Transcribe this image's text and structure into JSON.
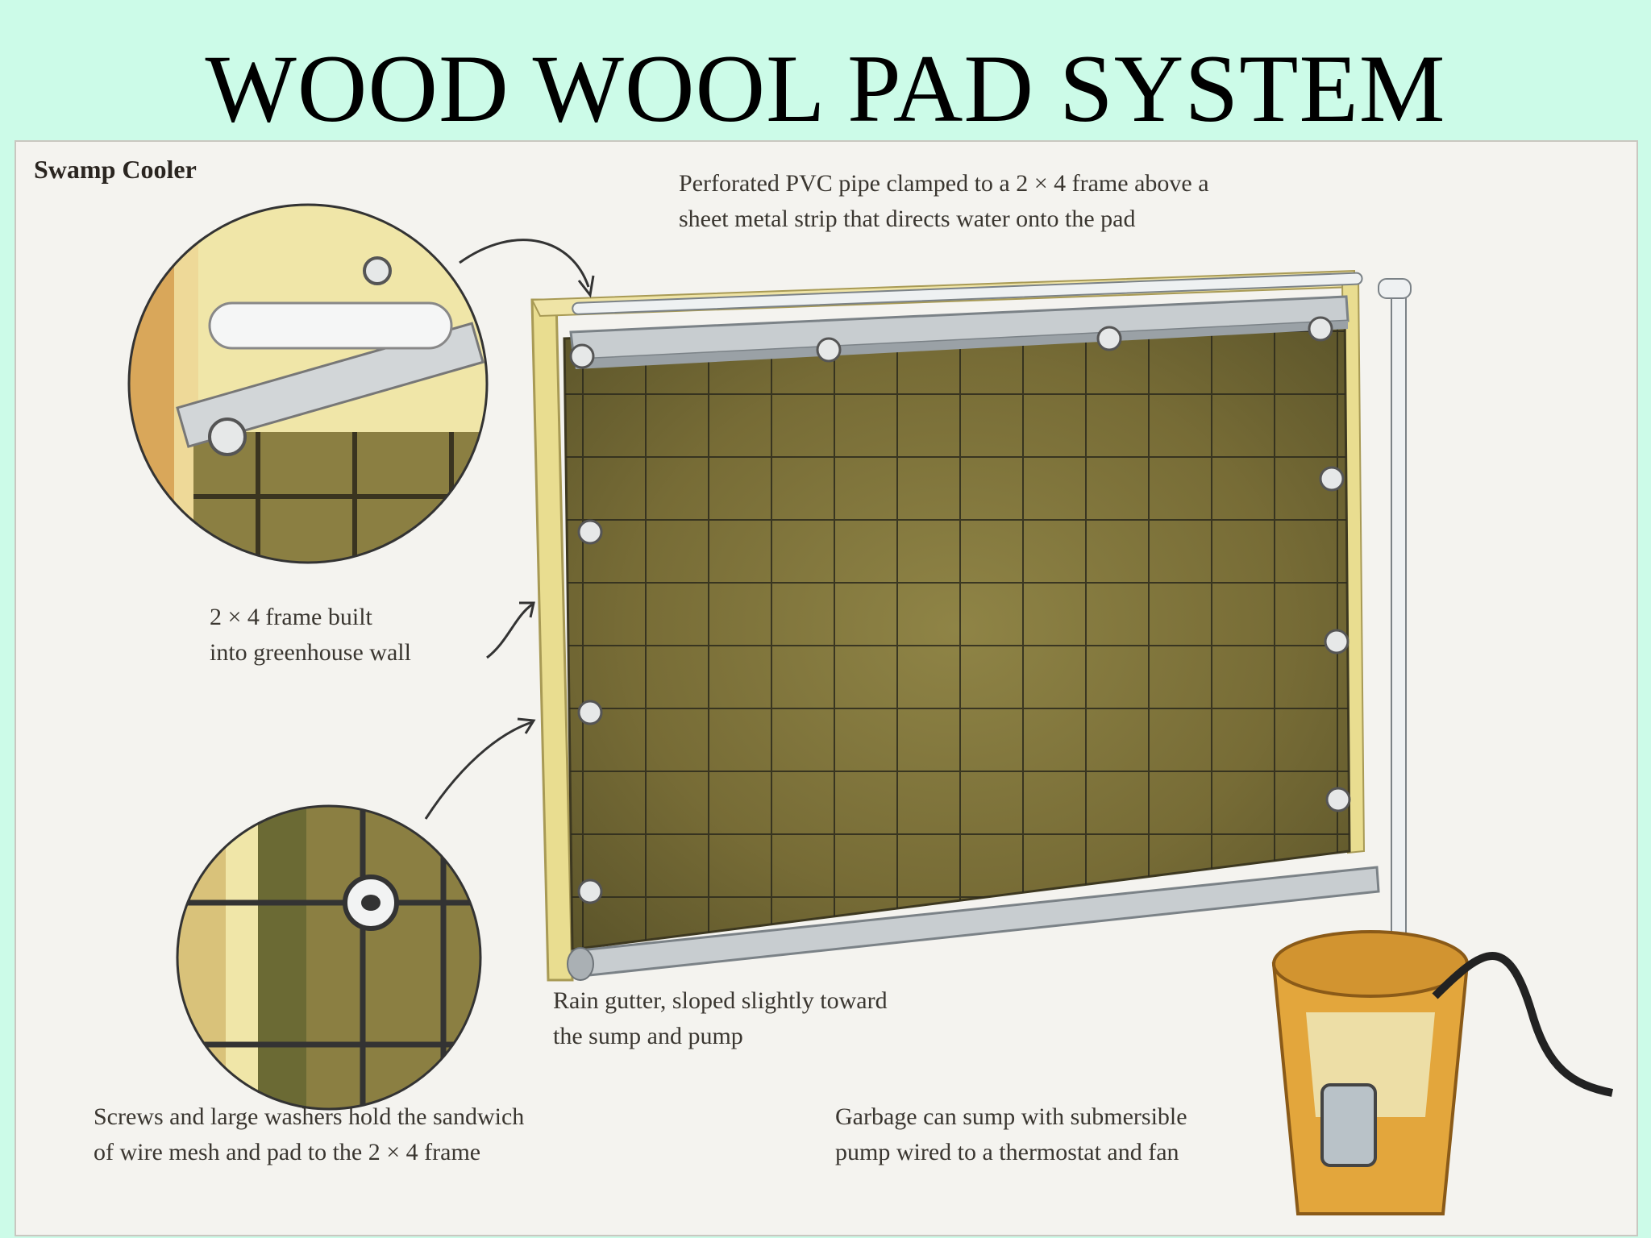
{
  "title": "WOOD WOOL PAD SYSTEM",
  "diagram": {
    "heading": "Swamp Cooler",
    "labels": {
      "pvc_pipe": [
        "Perforated PVC pipe clamped to a 2 × 4 frame above a",
        "sheet metal strip that directs water onto the pad"
      ],
      "frame": [
        "2 × 4 frame built",
        "into greenhouse wall"
      ],
      "gutter": [
        "Rain gutter, sloped slightly toward",
        "the sump and pump"
      ],
      "screws": [
        "Screws and large washers hold the sandwich",
        "of  wire mesh and pad to the 2 × 4 frame"
      ],
      "sump": [
        "Garbage can sump with submersible",
        "pump wired to a thermostat and fan"
      ]
    }
  },
  "colors": {
    "background": "#ccfbe8",
    "panel": "#f4f3ef",
    "pad": "#7a6f3a",
    "frame": "#e9d98a",
    "bucket": "#e0a33a"
  }
}
